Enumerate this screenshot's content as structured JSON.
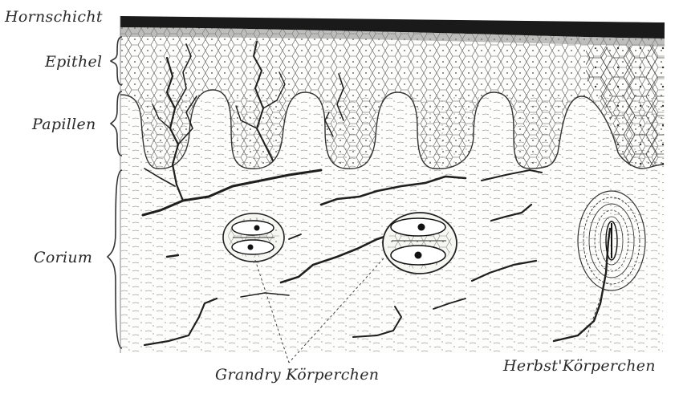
{
  "labels": {
    "hornschicht": "Hornschicht",
    "epithel": "Epithel",
    "papillen": "Papillen",
    "corium": "Corium",
    "grandry": "Grandry Körperchen",
    "herbst": "Herbst'Körperchen"
  },
  "colors": {
    "ink": "#2a2a2a",
    "paper": "#ffffff",
    "cornified": "#1a1a1a"
  }
}
